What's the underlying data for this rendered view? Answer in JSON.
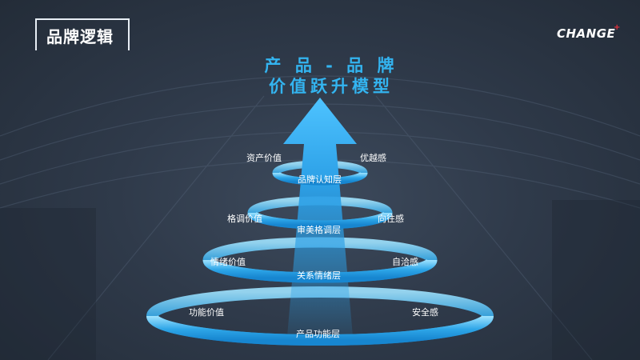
{
  "header": {
    "title": "品牌逻辑",
    "logo_text": "CHANGE",
    "logo_mark": "+"
  },
  "diagram": {
    "heading_line1": "产 品 - 品 牌",
    "heading_line2": "价值跃升模型",
    "layers": [
      {
        "name": "品牌认知层",
        "left": "资产价值",
        "right": "优越感"
      },
      {
        "name": "审美格调层",
        "left": "格调价值",
        "right": "向往感"
      },
      {
        "name": "关系情绪层",
        "left": "情绪价值",
        "right": "自洽感"
      },
      {
        "name": "产品功能层",
        "left": "功能价值",
        "right": "安全感"
      }
    ]
  },
  "colors": {
    "accent": "#33b4f0",
    "ring": "#2ea6e8",
    "ring_light": "#8fdcfb",
    "background": "#2f3a4a",
    "logo_mark": "#e5313c"
  }
}
